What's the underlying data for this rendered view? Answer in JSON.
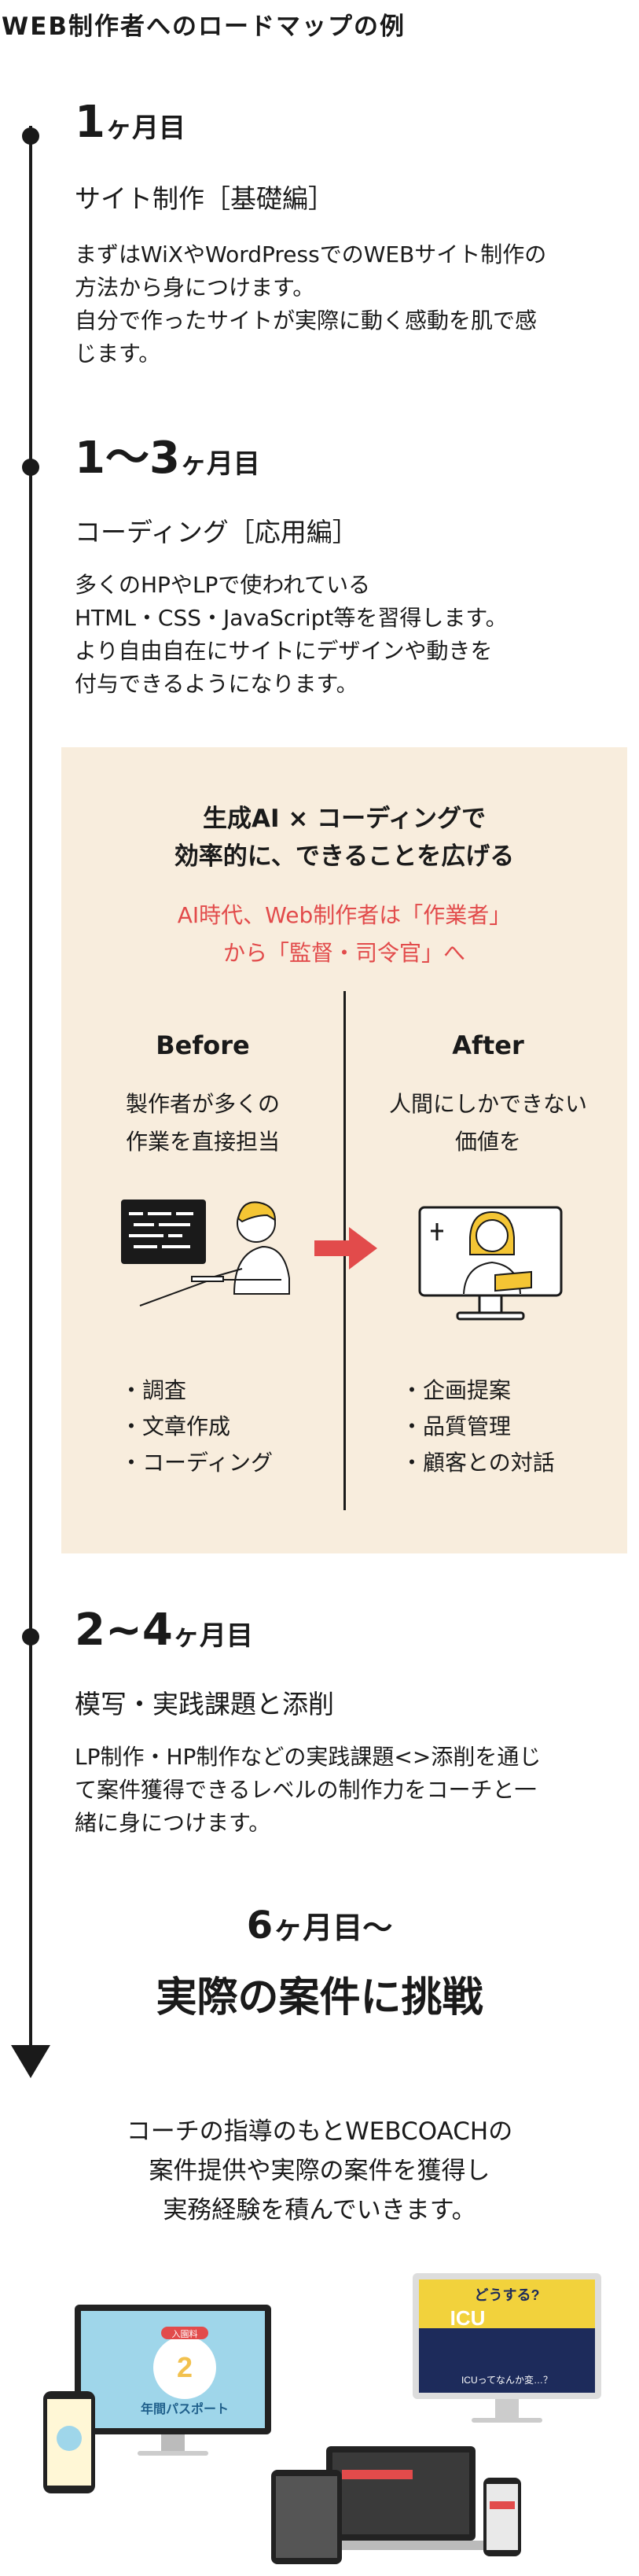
{
  "page_title": "WEB制作者へのロードマップの例",
  "steps": [
    {
      "period": "1",
      "unit": "ヶ月目",
      "subtitle": "サイト制作［基礎編］",
      "body": [
        "まずはWiXやWordPressでのWEBサイト制作の",
        "方法から身につけます。",
        "自分で作ったサイトが実際に動く感動を肌で感",
        "じます。"
      ]
    },
    {
      "period": "1〜3",
      "unit": "ヶ月目",
      "subtitle": "コーディング［応用編］",
      "body": [
        "多くのHPやLPで使われている",
        "HTML・CSS・JavaScript等を習得します。",
        "より自由自在にサイトにデザインや動きを",
        "付与できるようになります。"
      ]
    },
    {
      "period": "2~4",
      "unit": "ヶ月目",
      "subtitle": "模写・実践課題と添削",
      "body": [
        "LP制作・HP制作などの実践課題<>添削を通じ",
        "て案件獲得できるレベルの制作力をコーチと一",
        "緒に身につけます。"
      ]
    }
  ],
  "panel": {
    "title_lines": [
      "生成AI × コーディングで",
      "効率的に、できることを広げる"
    ],
    "note_lines": [
      "AI時代、Web制作者は「作業者」",
      "から「監督・司令官」へ"
    ],
    "before": {
      "heading": "Before",
      "desc": [
        "製作者が多くの",
        "作業を直接担当"
      ],
      "items": [
        "・調査",
        "・文章作成",
        "・コーディング"
      ]
    },
    "after": {
      "heading": "After",
      "desc": [
        "人間にしかできない",
        "価値を"
      ],
      "items": [
        "・企画提案",
        "・品質管理",
        "・顧客との対話"
      ]
    },
    "arrow_color": "#e24b4b"
  },
  "final": {
    "period": "6",
    "unit": "ヶ月目〜",
    "title": "実際の案件に挑戦",
    "body": [
      "コーチの指導のもとWEBCOACHの",
      "案件提供や実際の案件を獲得し",
      "実務経験を積んでいきます。"
    ]
  },
  "devices": {
    "left_screen_badge": "入園料",
    "left_screen_text": "年間パスポート",
    "right_screen_heading": "どうする?",
    "right_screen_logo": "ICU",
    "right_screen_footer": "ICUってなんか変…？"
  },
  "colors": {
    "accent_red": "#e24b4b",
    "panel_bg": "#f8eddd",
    "ink": "#1a1a1a"
  }
}
